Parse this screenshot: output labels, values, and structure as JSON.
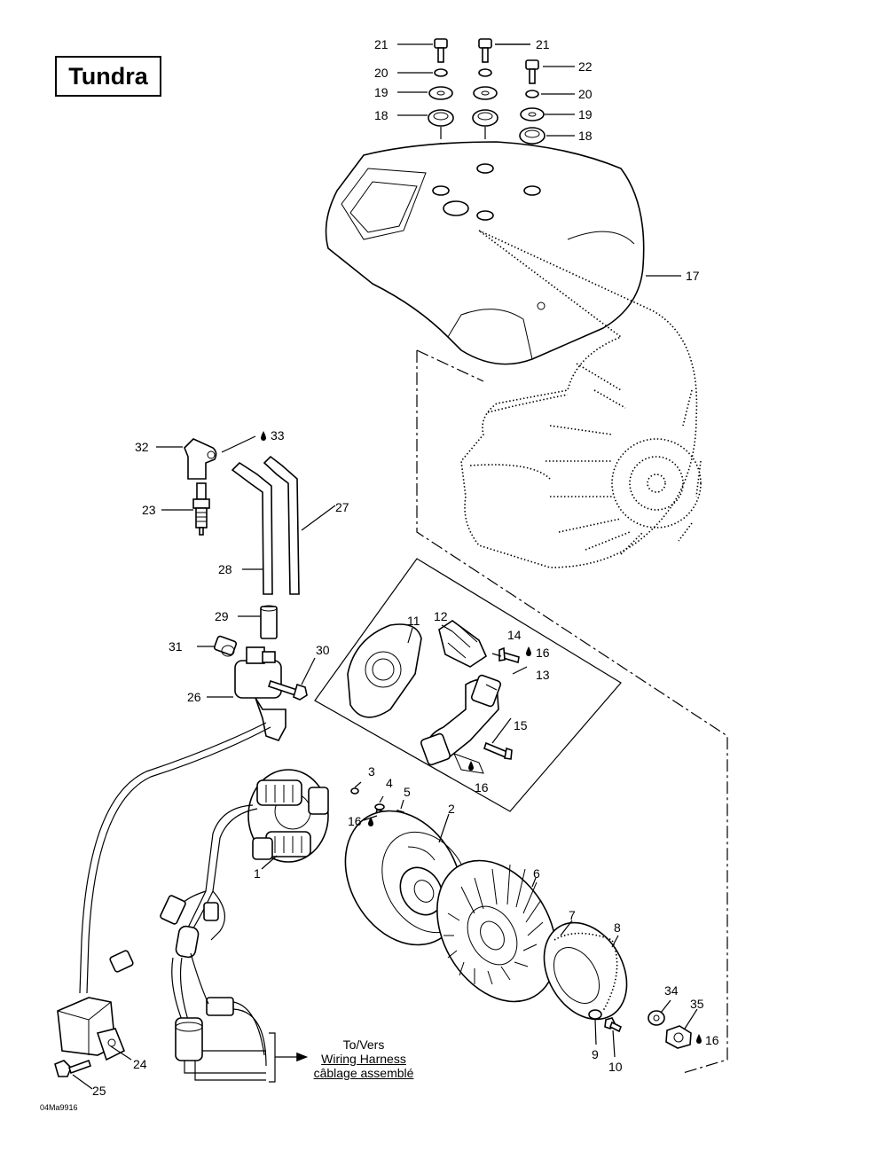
{
  "title": "Tundra",
  "document_code": "04Ma9916",
  "harness_note": {
    "line1": "To/Vers",
    "line2": "Wiring Harness",
    "line3": "câblage assemblé"
  },
  "callouts": {
    "c1": "1",
    "c2": "2",
    "c3": "3",
    "c4": "4",
    "c5": "5",
    "c6": "6",
    "c7": "7",
    "c8": "8",
    "c9": "9",
    "c10": "10",
    "c11": "11",
    "c12": "12",
    "c13": "13",
    "c14": "14",
    "c15": "15",
    "c16a": "16",
    "c16b": "16",
    "c16c": "16",
    "c16d": "16",
    "c17": "17",
    "c18a": "18",
    "c18b": "18",
    "c19a": "19",
    "c19b": "19",
    "c20a": "20",
    "c20b": "20",
    "c21a": "21",
    "c21b": "21",
    "c22": "22",
    "c23": "23",
    "c24": "24",
    "c25": "25",
    "c26": "26",
    "c27": "27",
    "c28": "28",
    "c29": "29",
    "c30": "30",
    "c31": "31",
    "c32": "32",
    "c33": "33",
    "c34": "34",
    "c35": "35"
  }
}
